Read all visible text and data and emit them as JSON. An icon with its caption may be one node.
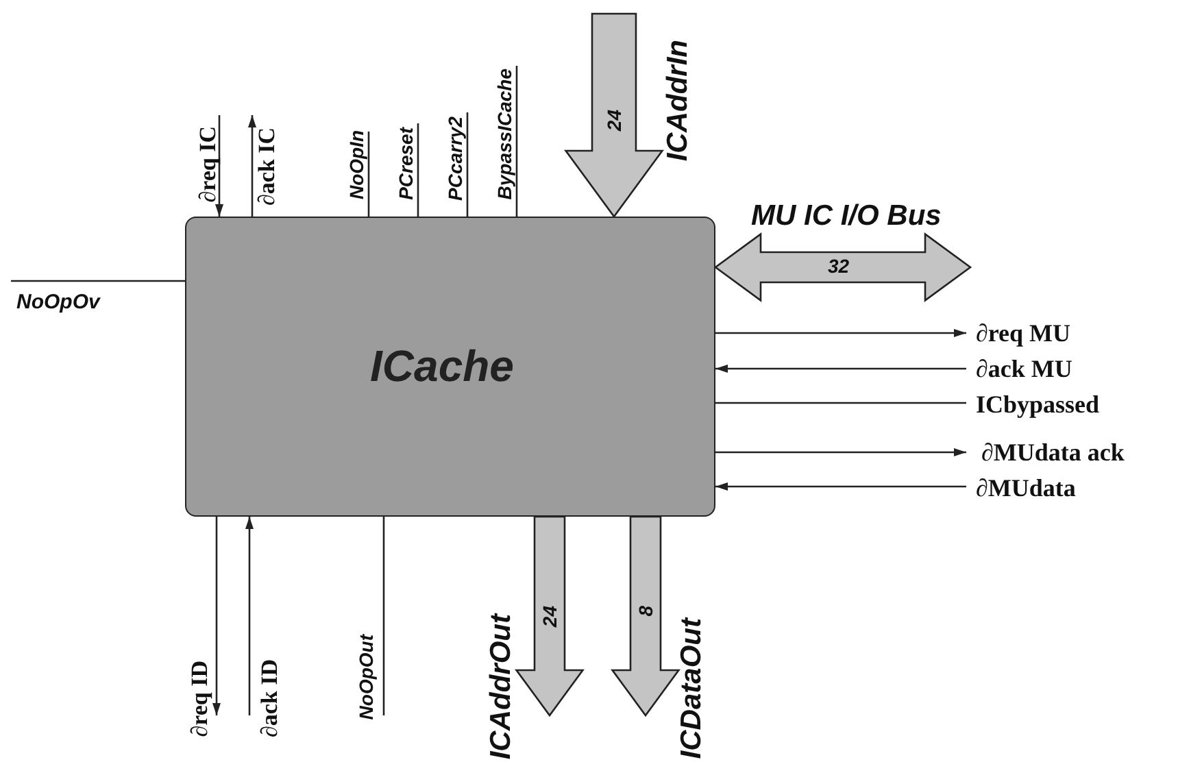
{
  "diagram": {
    "nodes": [
      {
        "text": [
          "ICache"
        ]
      },
      {
        "text": [
          "∂req IC"
        ]
      },
      {
        "text": [
          "∂ack IC"
        ]
      },
      {
        "text": [
          "NoOpIn"
        ]
      },
      {
        "text": [
          "PCreset"
        ]
      },
      {
        "text": [
          "PCcarry2"
        ]
      },
      {
        "text": [
          "BypassICache"
        ]
      },
      {
        "text": [
          "ICAddrIn"
        ]
      },
      {
        "text": [
          "NoOpOv"
        ]
      },
      {
        "text": [
          "MU IC I/O Bus"
        ]
      },
      {
        "text": [
          "∂req MU"
        ]
      },
      {
        "text": [
          "∂ack MU"
        ]
      },
      {
        "text": [
          "ICbypassed"
        ]
      },
      {
        "text": [
          "∂MUdata ack"
        ]
      },
      {
        "text": [
          "∂MUdata"
        ]
      },
      {
        "text": [
          "∂req ID"
        ]
      },
      {
        "text": [
          "∂ack ID"
        ]
      },
      {
        "text": [
          "NoOpOut"
        ]
      },
      {
        "text": [
          "ICAddrOut"
        ]
      },
      {
        "text": [
          "ICDataOut"
        ]
      }
    ],
    "edges": [
      {
        "from": 1,
        "to": 0,
        "arrow": "to"
      },
      {
        "from": 0,
        "to": 2,
        "arrow": "to"
      },
      {
        "from": 3,
        "to": 0,
        "arrow": "none"
      },
      {
        "from": 4,
        "to": 0,
        "arrow": "none"
      },
      {
        "from": 5,
        "to": 0,
        "arrow": "none"
      },
      {
        "from": 6,
        "to": 0,
        "arrow": "none"
      },
      {
        "from": 7,
        "to": 0,
        "arrow": "to",
        "label": "24",
        "style": "thick"
      },
      {
        "from": 8,
        "to": 0,
        "arrow": "none"
      },
      {
        "from": 0,
        "to": 9,
        "arrow": "both",
        "label": "32",
        "style": "thick"
      },
      {
        "from": 0,
        "to": 10,
        "arrow": "to"
      },
      {
        "from": 11,
        "to": 0,
        "arrow": "to"
      },
      {
        "from": 12,
        "to": 0,
        "arrow": "none"
      },
      {
        "from": 0,
        "to": 13,
        "arrow": "to"
      },
      {
        "from": 14,
        "to": 0,
        "arrow": "to"
      },
      {
        "from": 0,
        "to": 15,
        "arrow": "to"
      },
      {
        "from": 16,
        "to": 0,
        "arrow": "to"
      },
      {
        "from": 17,
        "to": 0,
        "arrow": "none"
      },
      {
        "from": 0,
        "to": 18,
        "arrow": "to",
        "label": "24",
        "style": "thick"
      },
      {
        "from": 0,
        "to": 19,
        "arrow": "to",
        "label": "8",
        "style": "thick"
      }
    ]
  }
}
